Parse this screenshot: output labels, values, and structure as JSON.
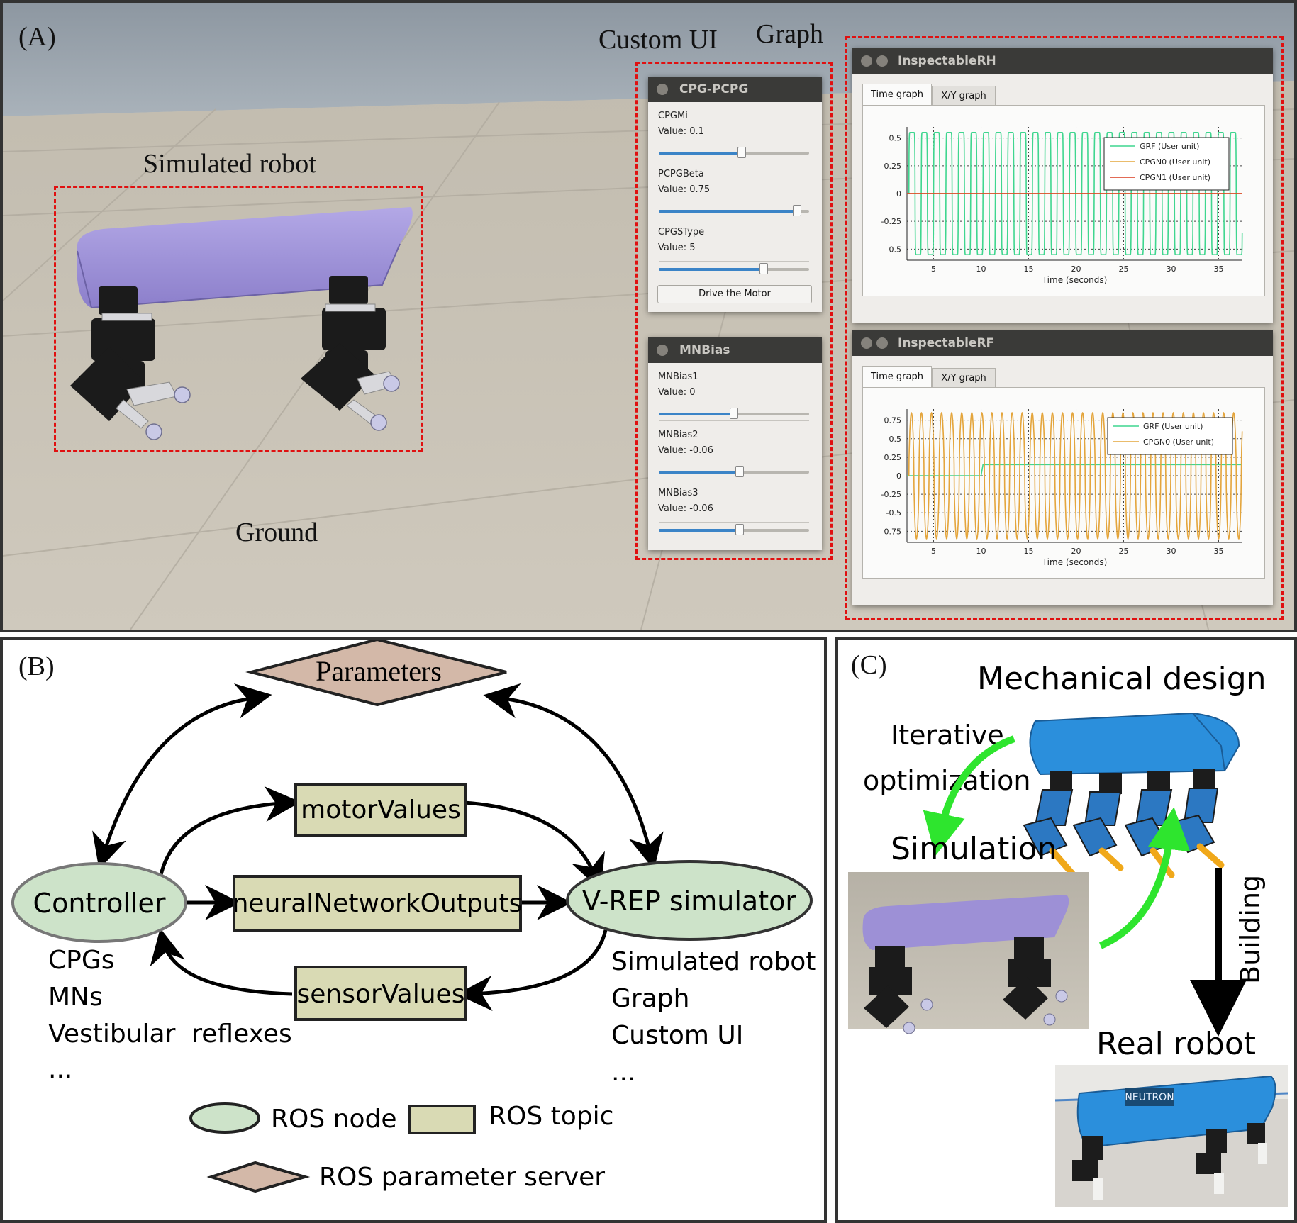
{
  "panels": {
    "a_label": "(A)",
    "b_label": "(B)",
    "c_label": "(C)"
  },
  "scene": {
    "simulated_robot_label": "Simulated robot",
    "ground_label": "Ground",
    "custom_ui_label": "Custom UI",
    "graph_label": "Graph",
    "colors": {
      "robot_body": "#9d90d6",
      "floor": "#c9c3b6",
      "sky": "#9aa4ad",
      "highlight": "#e01010"
    }
  },
  "custom_ui": {
    "cpg_window": {
      "title": "CPG-PCPG",
      "sliders": [
        {
          "name": "CPGMi",
          "value_text": "Value: 0.1",
          "level": 0.55
        },
        {
          "name": "PCPGBeta",
          "value_text": "Value: 0.75",
          "level": 0.92
        },
        {
          "name": "CPGSType",
          "value_text": "Value: 5",
          "level": 0.7
        }
      ],
      "button": "Drive the Motor"
    },
    "mnbias_window": {
      "title": "MNBias",
      "sliders": [
        {
          "name": "MNBias1",
          "value_text": "Value: 0",
          "level": 0.5
        },
        {
          "name": "MNBias2",
          "value_text": "Value: -0.06",
          "level": 0.54
        },
        {
          "name": "MNBias3",
          "value_text": "Value: -0.06",
          "level": 0.54
        }
      ]
    }
  },
  "graphs": {
    "tab_time": "Time graph",
    "tab_xy": "X/Y graph",
    "rh": {
      "title": "InspectableRH",
      "legend": [
        "GRF (User unit)",
        "CPGN0 (User unit)",
        "CPGN1 (User unit)"
      ]
    },
    "rf": {
      "title": "InspectableRF",
      "legend": [
        "GRF (User unit)",
        "CPGN0 (User unit)"
      ]
    }
  },
  "chart_data": [
    {
      "type": "line",
      "window": "InspectableRH",
      "xlabel": "Time (seconds)",
      "ylabel": "",
      "xlim": [
        2.2,
        37.5
      ],
      "ylim": [
        -0.6,
        0.6
      ],
      "x_ticks": [
        5,
        10,
        15,
        20,
        25,
        30,
        35
      ],
      "y_ticks": [
        0.5,
        0.25,
        0,
        -0.25,
        -0.5
      ],
      "y_tick_labels": [
        "0.5",
        "0.25",
        "0",
        "-0.25",
        "-0.5"
      ],
      "legend_position": "top-right",
      "series": [
        {
          "name": "GRF (User unit)",
          "color": "#3fd68f",
          "pattern": "square wave between -0.55 and 0.55, period 1.3 s",
          "y_min": -0.55,
          "y_max": 0.55,
          "period": 1.3
        },
        {
          "name": "CPGN0 (User unit)",
          "color": "#e4a53c",
          "constant": 0
        },
        {
          "name": "CPGN1 (User unit)",
          "color": "#d83a1e",
          "constant": 0
        }
      ]
    },
    {
      "type": "line",
      "window": "InspectableRF",
      "xlabel": "Time (seconds)",
      "ylabel": "",
      "xlim": [
        2.2,
        37.5
      ],
      "ylim": [
        -0.9,
        0.9
      ],
      "x_ticks": [
        5,
        10,
        15,
        20,
        25,
        30,
        35
      ],
      "y_ticks": [
        0.75,
        0.5,
        0.25,
        0,
        -0.25,
        -0.5,
        -0.75
      ],
      "y_tick_labels": [
        "0.75",
        "0.5",
        "0.25",
        "0",
        "-0.25",
        "-0.5",
        "-0.75"
      ],
      "legend_position": "top-right",
      "series": [
        {
          "name": "GRF (User unit)",
          "color": "#3fd68f",
          "points": [
            [
              2.2,
              0
            ],
            [
              10,
              0
            ],
            [
              10.2,
              0.15
            ],
            [
              37.5,
              0.15
            ]
          ]
        },
        {
          "name": "CPGN0 (User unit)",
          "color": "#e4a53c",
          "pattern": "oscillation between -0.85 and 0.85, period 1.06 s",
          "y_min": -0.85,
          "y_max": 0.85,
          "period": 1.06
        }
      ]
    }
  ],
  "diagram_b": {
    "nodes": {
      "parameters": "Parameters",
      "controller": "Controller",
      "simulator": "V-REP simulator"
    },
    "topics": {
      "motor": "motorValues",
      "neural": "neuralNetworkOutputs",
      "sensor": "sensorValues"
    },
    "controller_items": [
      "CPGs",
      "MNs",
      "Vestibular  reflexes",
      "..."
    ],
    "simulator_items": [
      "Simulated robot",
      "Graph",
      "Custom UI",
      "..."
    ],
    "legend": {
      "node": "ROS node",
      "topic": "ROS topic",
      "param": "ROS parameter server"
    },
    "colors": {
      "node": "#cde3c9",
      "topic": "#d9dab4",
      "param": "#d3b8a8"
    }
  },
  "diagram_c": {
    "mechanical_design": "Mechanical design",
    "iterative": "Iterative",
    "optimization": "optimization",
    "simulation": "Simulation",
    "building": "Building",
    "real_robot": "Real robot",
    "robot_brand": "NEUTRON",
    "colors": {
      "cad_body": "#2b8fdc",
      "feet": "#f0a81a",
      "green_arrow": "#2ee52e"
    }
  }
}
